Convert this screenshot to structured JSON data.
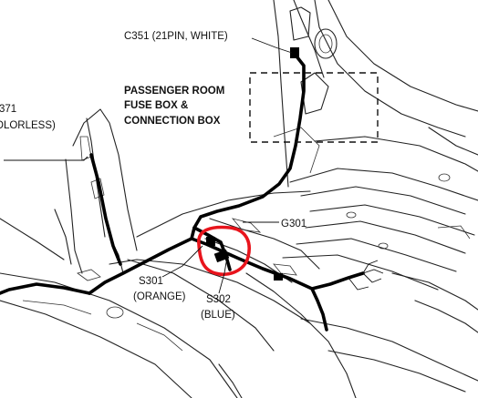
{
  "diagram": {
    "labels": {
      "c351": "C351 (21PIN, WHITE)",
      "fuse_box_line1": "PASSENGER ROOM",
      "fuse_box_line2": "FUSE BOX &",
      "fuse_box_line3": "CONNECTION BOX",
      "left_connector_line1": "371",
      "left_connector_line2": "OLORLESS)",
      "g301": "G301",
      "s301_line1": "S301",
      "s301_line2": "(ORANGE)",
      "s302_line1": "S302",
      "s302_line2": "(BLUE)"
    },
    "colors": {
      "highlight_circle": "#e8141c",
      "line": "#111111",
      "background": "#ffffff"
    }
  }
}
